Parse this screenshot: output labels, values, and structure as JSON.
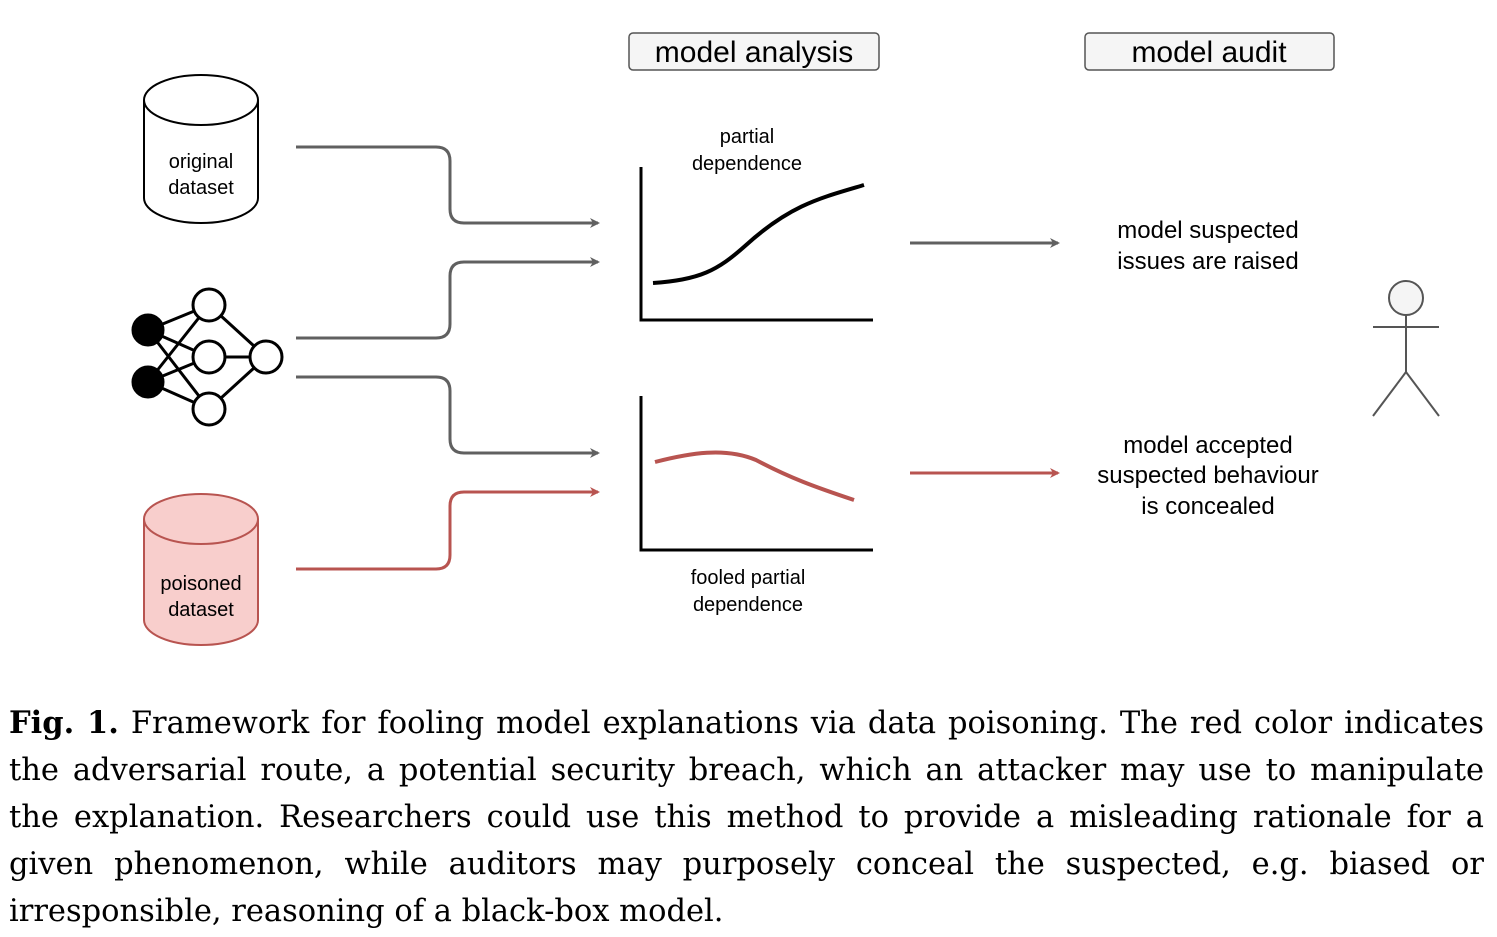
{
  "headers": {
    "analysis": "model analysis",
    "audit": "model audit"
  },
  "datasets": {
    "original": [
      "original",
      "dataset"
    ],
    "poisoned": [
      "poisoned",
      "dataset"
    ]
  },
  "plots": {
    "top_label": [
      "partial",
      "dependence"
    ],
    "bottom_label": [
      "fooled partial",
      "dependence"
    ]
  },
  "outcomes": {
    "top": [
      "model suspected",
      "issues are raised"
    ],
    "bottom": [
      "model accepted",
      "suspected behaviour",
      "is concealed"
    ]
  },
  "colors": {
    "normal_arrow": "#606060",
    "adversarial": "#b85450",
    "poisoned_fill": "#f8cecc",
    "box_fill": "#f5f5f5"
  },
  "caption": {
    "label": "Fig. 1.",
    "text": "Framework for fooling model explanations via data poisoning. The red color indicates the adversarial route, a potential security breach, which an attacker may use to manipulate the explanation. Researchers could use this method to provide a misleading rationale for a given phenomenon, while auditors may purposely conceal the suspected, e.g. biased or irresponsible, reasoning of a black-box model."
  }
}
